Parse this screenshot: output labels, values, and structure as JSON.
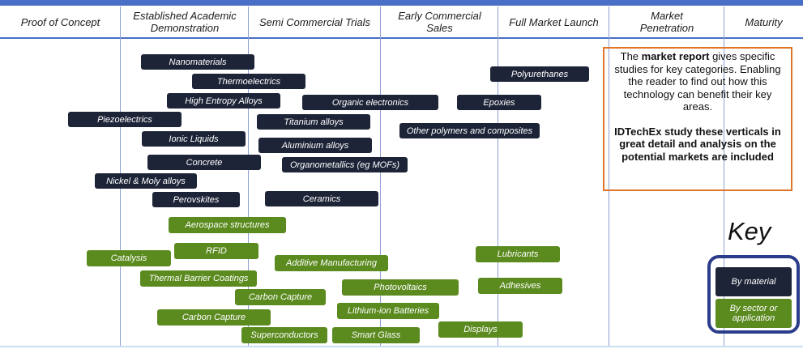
{
  "stages": [
    "Proof of Concept",
    "Established Academic Demonstration",
    "Semi Commercial Trials",
    "Early Commercial Sales",
    "Full Market Launch",
    "Market Penetration",
    "Maturity"
  ],
  "materials": [
    "Nanomaterials",
    "Thermoelectrics",
    "High Entropy Alloys",
    "Organic electronics",
    "Epoxies",
    "Polyurethanes",
    "Piezoelectrics",
    "Titanium alloys",
    "Other polymers and composites",
    "Ionic Liquids",
    "Aluminium alloys",
    "Concrete",
    "Organometallics (eg MOFs)",
    "Nickel & Moly alloys",
    "Perovskites",
    "Ceramics"
  ],
  "applications": [
    "Aerospace structures",
    "RFID",
    "Catalysis",
    "Additive Manufacturing",
    "Lubricants",
    "Thermal Barrier Coatings",
    "Photovoltaics",
    "Adhesives",
    "Carbon Capture",
    "Lithium-ion Batteries",
    "Carbon Capture",
    "Displays",
    "Superconductors",
    "Smart Glass"
  ],
  "info": {
    "p1_pre": "The ",
    "p1_bold": "market report",
    "p1_post": " gives specific studies for key categories. Enabling the reader to find out how this technology can benefit their key areas.",
    "p2": "IDTechEx study these verticals in great detail and analysis on the potential markets are included"
  },
  "key": {
    "title": "Key",
    "by_material": "By material",
    "by_sector": "By sector or application"
  },
  "colors": {
    "material": "#1d2437",
    "application": "#5b8a1f",
    "accent": "#4a6fc7",
    "infobox_border": "#e0762a",
    "key_border": "#2b3c8a"
  }
}
